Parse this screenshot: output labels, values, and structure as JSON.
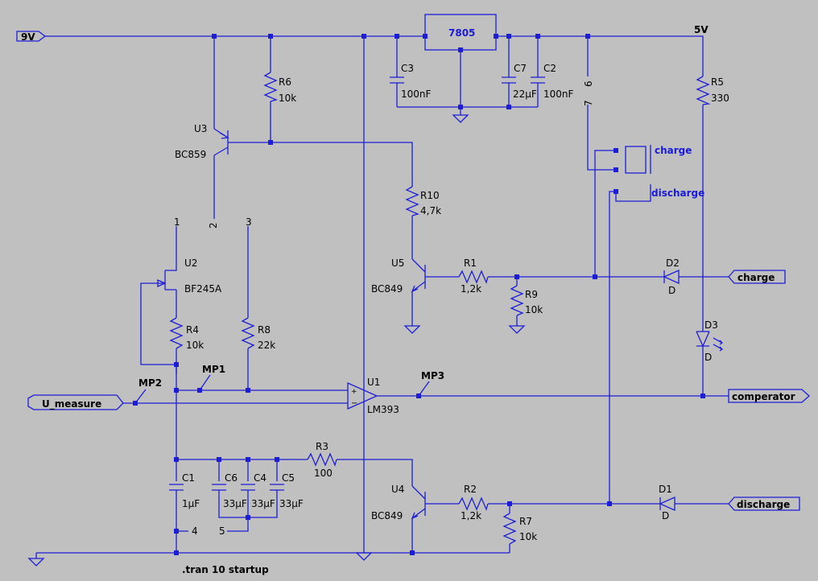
{
  "nets": {
    "vin": "9V",
    "vcc": "5V",
    "u_measure": "U_measure",
    "charge": "charge",
    "discharge": "discharge",
    "comperator": "comperator"
  },
  "regulator": {
    "name": "7805"
  },
  "components": {
    "C3": {
      "ref": "C3",
      "value": "100nF"
    },
    "C7": {
      "ref": "C7",
      "value": "22µF"
    },
    "C2": {
      "ref": "C2",
      "value": "100nF"
    },
    "R6": {
      "ref": "R6",
      "value": "10k"
    },
    "R5": {
      "ref": "R5",
      "value": "330"
    },
    "U3": {
      "ref": "U3",
      "value": "BC859"
    },
    "R10": {
      "ref": "R10",
      "value": "4,7k"
    },
    "U2": {
      "ref": "U2",
      "value": "BF245A"
    },
    "R4": {
      "ref": "R4",
      "value": "10k"
    },
    "R8": {
      "ref": "R8",
      "value": "22k"
    },
    "U5": {
      "ref": "U5",
      "value": "BC849"
    },
    "R1": {
      "ref": "R1",
      "value": "1,2k"
    },
    "R9": {
      "ref": "R9",
      "value": "10k"
    },
    "D2": {
      "ref": "D2",
      "value": "D"
    },
    "D3": {
      "ref": "D3",
      "value": "D"
    },
    "U1": {
      "ref": "U1",
      "value": "LM393"
    },
    "R3": {
      "ref": "R3",
      "value": "100"
    },
    "C1": {
      "ref": "C1",
      "value": "1µF"
    },
    "C6": {
      "ref": "C6",
      "value": "33µF"
    },
    "C4": {
      "ref": "C4",
      "value": "33µF"
    },
    "C5": {
      "ref": "C5",
      "value": "33µF"
    },
    "U4": {
      "ref": "U4",
      "value": "BC849"
    },
    "R2": {
      "ref": "R2",
      "value": "1,2k"
    },
    "R7": {
      "ref": "R7",
      "value": "10k"
    },
    "D1": {
      "ref": "D1",
      "value": "D"
    }
  },
  "switch_labels": {
    "charge": "charge",
    "discharge": "discharge"
  },
  "probes": {
    "mp1": "MP1",
    "mp2": "MP2",
    "mp3": "MP3"
  },
  "pins": {
    "p1": "1",
    "p2": "2",
    "p3": "3",
    "p4": "4",
    "p5": "5",
    "p6": "6",
    "p7": "7"
  },
  "directive": ".tran 10 startup",
  "colors": {
    "background": "#c0c0c0",
    "wire": "#1d1dd6",
    "label_blue": "#1a1ad8"
  }
}
